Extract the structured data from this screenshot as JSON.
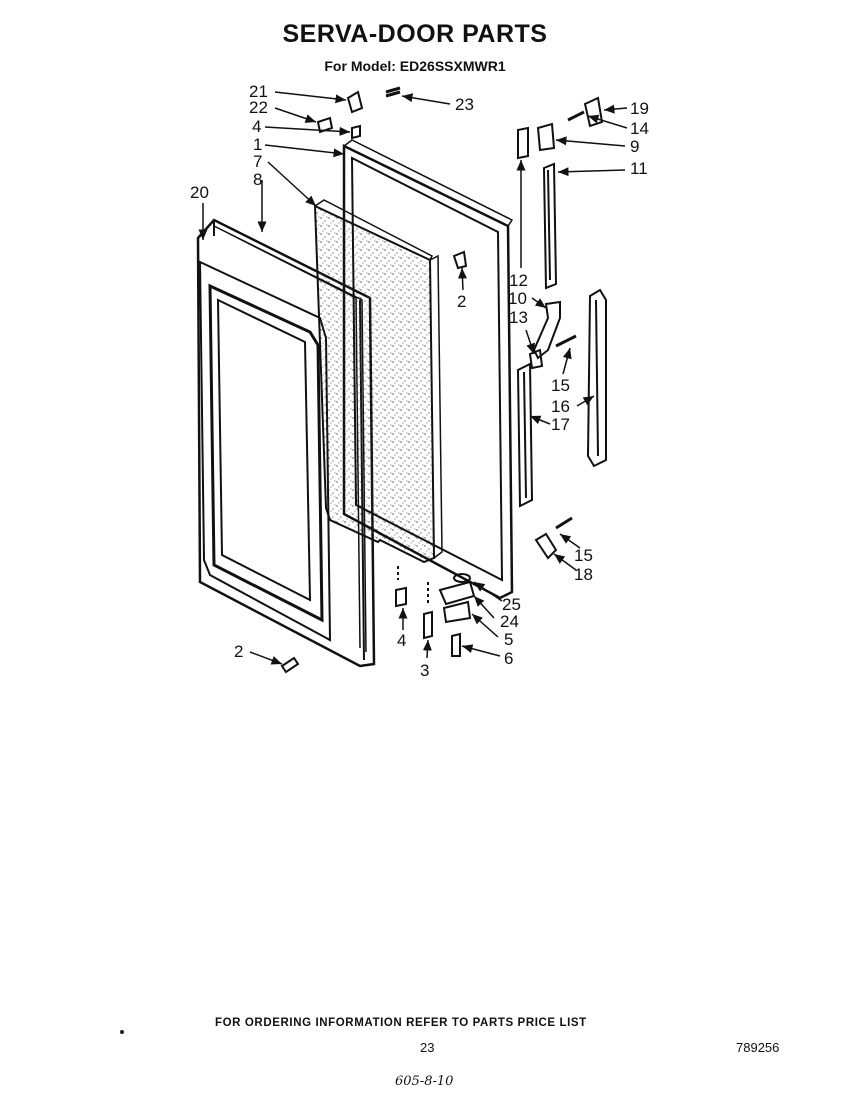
{
  "header": {
    "title": "SERVA-DOOR PARTS",
    "subtitle": "For Model: ED26SSXMWR1"
  },
  "callouts": [
    {
      "id": "c21",
      "label": "21"
    },
    {
      "id": "c22",
      "label": "22"
    },
    {
      "id": "c4a",
      "label": "4"
    },
    {
      "id": "c1",
      "label": "1"
    },
    {
      "id": "c7",
      "label": "7"
    },
    {
      "id": "c8",
      "label": "8"
    },
    {
      "id": "c20",
      "label": "20"
    },
    {
      "id": "c23",
      "label": "23"
    },
    {
      "id": "c2a",
      "label": "2"
    },
    {
      "id": "c19",
      "label": "19"
    },
    {
      "id": "c14",
      "label": "14"
    },
    {
      "id": "c9",
      "label": "9"
    },
    {
      "id": "c11",
      "label": "11"
    },
    {
      "id": "c12",
      "label": "12"
    },
    {
      "id": "c10",
      "label": "10"
    },
    {
      "id": "c13",
      "label": "13"
    },
    {
      "id": "c15a",
      "label": "15"
    },
    {
      "id": "c16",
      "label": "16"
    },
    {
      "id": "c17",
      "label": "17"
    },
    {
      "id": "c15b",
      "label": "15"
    },
    {
      "id": "c18",
      "label": "18"
    },
    {
      "id": "c25",
      "label": "25"
    },
    {
      "id": "c24",
      "label": "24"
    },
    {
      "id": "c5",
      "label": "5"
    },
    {
      "id": "c6",
      "label": "6"
    },
    {
      "id": "c4b",
      "label": "4"
    },
    {
      "id": "c3",
      "label": "3"
    },
    {
      "id": "c2b",
      "label": "2"
    }
  ],
  "footer": {
    "ordering_note": "FOR ORDERING INFORMATION REFER TO PARTS PRICE LIST",
    "page_number": "23",
    "document_number": "789256",
    "handwritten_note": "605-8-10"
  }
}
